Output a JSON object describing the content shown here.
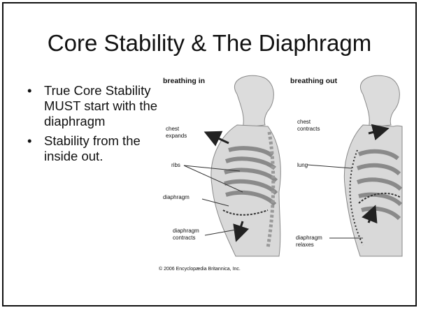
{
  "slide": {
    "title": "Core Stability & The Diaphragm",
    "bullets": [
      "True Core Stability MUST start with  the diaphragm",
      "Stability from the inside out."
    ],
    "bullet_symbol": "•"
  },
  "figure": {
    "heading_left": "breathing in",
    "heading_right": "breathing out",
    "labels_left": {
      "chest_1": "chest",
      "chest_2": "expands",
      "ribs": "ribs",
      "diaphragm": "diaphragm",
      "diaphragm_2a": "diaphragm",
      "diaphragm_2b": "contracts"
    },
    "labels_right": {
      "chest_1": "chest",
      "chest_2": "contracts",
      "lung": "lung",
      "diaphragm_1": "diaphragm",
      "diaphragm_2": "relaxes"
    },
    "credit": "© 2006 Encyclopædia Britannica, Inc.",
    "colors": {
      "body_fill": "#d9d9d9",
      "rib_fill": "#9a9a9a",
      "outline": "#555555",
      "arrow": "#222222"
    }
  }
}
